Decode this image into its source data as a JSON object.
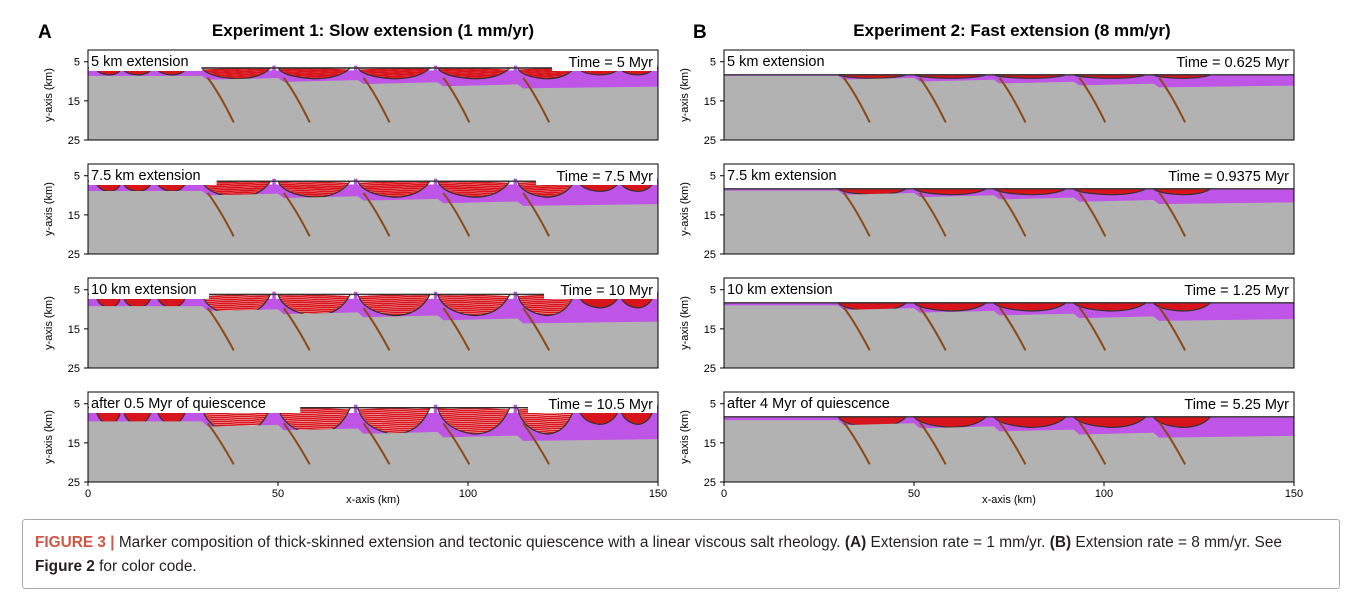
{
  "panels": [
    {
      "letter": "A",
      "title": "Experiment 1: Slow extension (1 mm/yr)",
      "stages": [
        {
          "label": "5 km extension",
          "time": "Time = 5 Myr"
        },
        {
          "label": "7.5 km extension",
          "time": "Time = 7.5 Myr"
        },
        {
          "label": "10 km extension",
          "time": "Time = 10 Myr"
        },
        {
          "label": "after 0.5 Myr of quiescence",
          "time": "Time = 10.5 Myr"
        }
      ],
      "x_ticks": [
        "0",
        "50",
        "100",
        "150"
      ],
      "x_label": "x-axis (km)"
    },
    {
      "letter": "B",
      "title": "Experiment 2: Fast extension (8 mm/yr)",
      "stages": [
        {
          "label": "5 km extension",
          "time": "Time = 0.625 Myr"
        },
        {
          "label": "7.5 km extension",
          "time": "Time = 0.9375 Myr"
        },
        {
          "label": "10 km extension",
          "time": "Time = 1.25 Myr"
        },
        {
          "label": "after 4 Myr of quiescence",
          "time": "Time = 5.25 Myr"
        }
      ],
      "x_ticks": [
        "0",
        "50",
        "100",
        "150"
      ],
      "x_label": "x-axis (km)"
    }
  ],
  "y_axis_label": "y-axis (km)",
  "y_ticks": [
    "5",
    "15",
    "25"
  ],
  "colors": {
    "salt": "#bf55e6",
    "basement": "#b2b2b2",
    "sediment_red": "#d7141b",
    "sediment_white": "#ffffff",
    "fault": "#8a4a16",
    "frame": "#333333",
    "caption_label": "#d25545"
  },
  "caption": {
    "label": "FIGURE 3 |",
    "text1": " Marker composition of thick-skinned extension and tectonic quiescence with a linear viscous salt rheology. ",
    "ref_a": "(A)",
    "text2": " Extension rate = 1 mm/yr. ",
    "ref_b": "(B)",
    "text3": " Extension rate = 8 mm/yr. See ",
    "fig_ref": "Figure 2",
    "text4": " for color code."
  }
}
